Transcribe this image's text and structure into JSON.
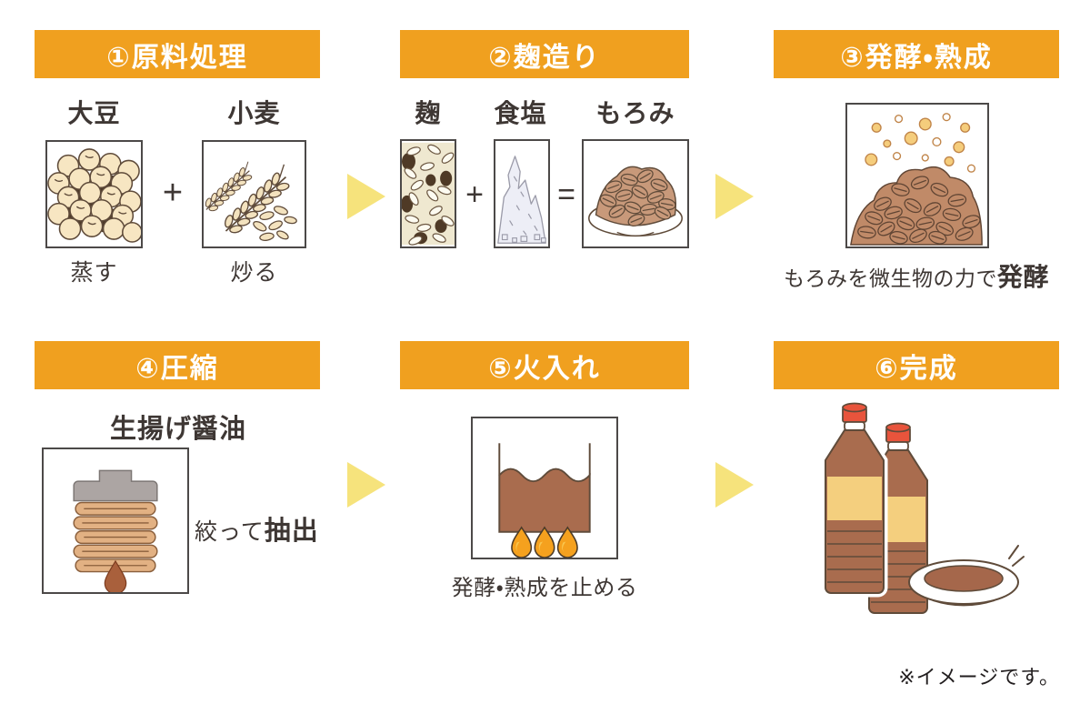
{
  "colors": {
    "header_bg": "#F0A01F",
    "header_text": "#FFFFFF",
    "arrow": "#F6E37C",
    "text": "#3E3734",
    "bean_cream": "#F7E6C2",
    "moromi_tan": "#C8997A",
    "liquid_brown": "#A96C4E",
    "flame_orange": "#F5A11E",
    "bottle_label_yellow": "#F4CF7E",
    "bottle_cap_red": "#E8543C"
  },
  "symbols": {
    "plus": "+",
    "equals": "="
  },
  "footnote": "※イメージです。",
  "steps": {
    "step1": {
      "title": "①原料処理",
      "soybean": {
        "label": "大豆",
        "caption": "蒸す"
      },
      "wheat": {
        "label": "小麦",
        "caption": "炒る"
      }
    },
    "step2": {
      "title": "②麹造り",
      "koji_label": "麹",
      "salt_label": "食塩",
      "moromi_label": "もろみ"
    },
    "step3": {
      "title": "③発酵・熟成",
      "caption_normal": "もろみを微生物の力で",
      "caption_bold": "発酵"
    },
    "step4": {
      "title": "④圧縮",
      "product_label": "生揚げ醤油",
      "caption_normal": "絞って",
      "caption_bold": "抽出"
    },
    "step5": {
      "title": "⑤火入れ",
      "caption": "発酵・熟成を止める"
    },
    "step6": {
      "title": "⑥完成"
    }
  }
}
